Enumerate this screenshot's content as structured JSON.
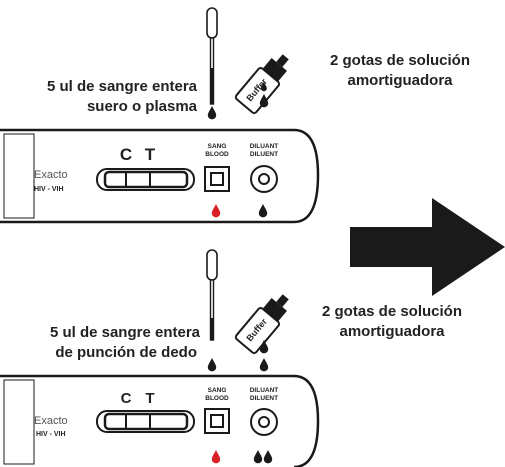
{
  "panel_top": {
    "sample_label_line1": "5 ul de sangre entera",
    "sample_label_line2": "suero o plasma",
    "buffer_label_line1": "2 gotas de solución",
    "buffer_label_line2": "amortiguadora",
    "bottle_label": "Buffer",
    "brand": "Exacto",
    "product": "HIV - VIH",
    "control_mark": "C",
    "test_mark": "T",
    "sample_well_line1": "SANG",
    "sample_well_line2": "BLOOD",
    "diluent_well_line1": "DILUANT",
    "diluent_well_line2": "DILUENT"
  },
  "panel_bottom": {
    "sample_label_line1": "5 ul de sangre entera",
    "sample_label_line2": "de punción de dedo",
    "buffer_label_line1": "2 gotas de solución",
    "buffer_label_line2": "amortiguadora",
    "bottle_label": "Buffer",
    "brand": "Exacto",
    "product": "HIV - VIH",
    "control_mark": "C",
    "test_mark": "T",
    "sample_well_line1": "SANG",
    "sample_well_line2": "BLOOD",
    "diluent_well_line1": "DILUANT",
    "diluent_well_line2": "DILUENT"
  },
  "colors": {
    "ink": "#1a1a1a",
    "blood_drop": "#d92027",
    "sang_blood_text_bottom": "#d92027",
    "brand_accent": "#e0a100",
    "arrow": "#1a1a1a"
  }
}
